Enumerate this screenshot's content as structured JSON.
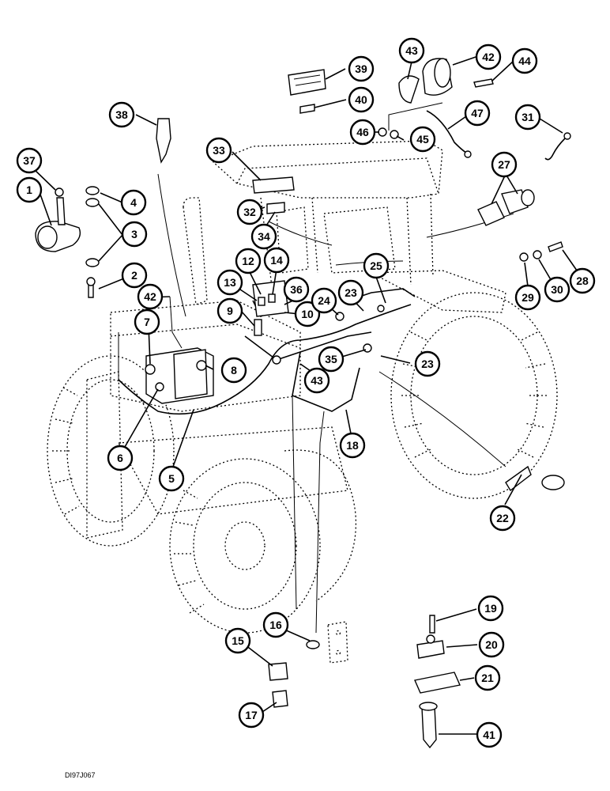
{
  "figure": {
    "reference_code": "DI97J067",
    "callouts": [
      "1",
      "2",
      "3",
      "4",
      "5",
      "6",
      "7",
      "8",
      "9",
      "10",
      "12",
      "13",
      "14",
      "15",
      "16",
      "17",
      "18",
      "19",
      "20",
      "21",
      "22",
      "23",
      "23",
      "24",
      "25",
      "27",
      "28",
      "29",
      "30",
      "31",
      "32",
      "33",
      "34",
      "35",
      "36",
      "37",
      "38",
      "39",
      "40",
      "41",
      "42",
      "42",
      "43",
      "43",
      "44",
      "45",
      "46",
      "47"
    ]
  }
}
